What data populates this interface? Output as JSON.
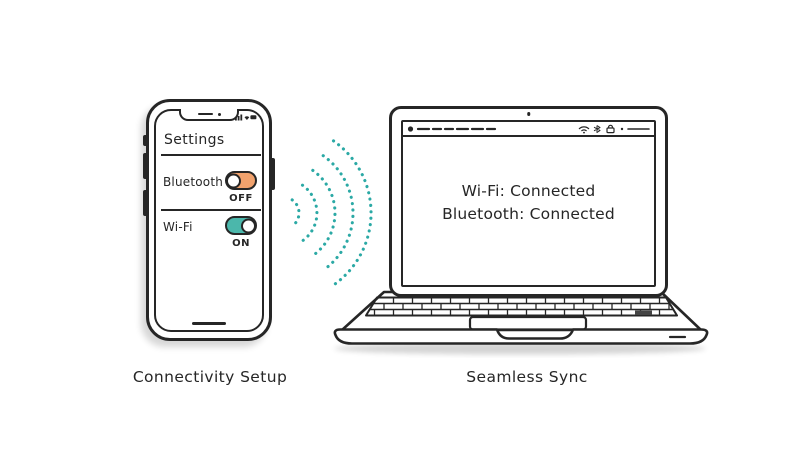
{
  "colors": {
    "background": "#ffffff",
    "outline": "#262626",
    "toggle_off_fill": "#f1a26d",
    "toggle_on_fill": "#4bb7ab",
    "signal_waves": "#2ba9a5"
  },
  "phone": {
    "title": "Settings",
    "status_icons": [
      "signal-icon",
      "wifi-icon",
      "battery-icon"
    ],
    "toggles": [
      {
        "label": "Bluetooth",
        "state_label": "OFF",
        "on": false
      },
      {
        "label": "Wi-Fi",
        "state_label": "ON",
        "on": true
      }
    ],
    "caption": "Connectivity Setup"
  },
  "laptop": {
    "menubar_left_icons": [
      "apple-icon",
      "menu-dashes"
    ],
    "menubar_right_icons": [
      "wifi-icon",
      "bluetooth-icon",
      "lock-icon",
      "dot",
      "dash"
    ],
    "screen_lines": [
      "Wi-Fi: Connected",
      "Bluetooth: Connected"
    ],
    "caption": "Seamless Sync"
  }
}
